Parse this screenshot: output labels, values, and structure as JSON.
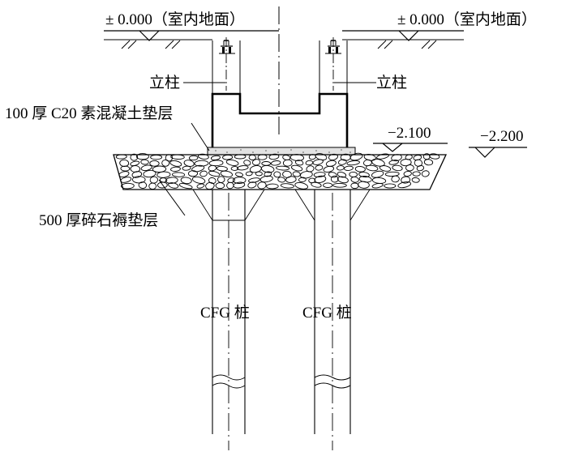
{
  "elevation_labels": {
    "left_floor": "± 0.000（室内地面）",
    "right_floor": "± 0.000（室内地面）",
    "cushion_top": "−2.100",
    "foundation_bottom": "−2.200"
  },
  "annotations": {
    "left_column": "立柱",
    "right_column": "立柱",
    "concrete_cushion": "100 厚 C20 素混凝土垫层",
    "gravel_cushion": "500 厚碎石褥垫层",
    "left_pile": "CFG 桩",
    "right_pile": "CFG 桩"
  },
  "colors": {
    "line": "#000000",
    "background": "#ffffff",
    "concrete_fill": "#e2e2e2"
  }
}
